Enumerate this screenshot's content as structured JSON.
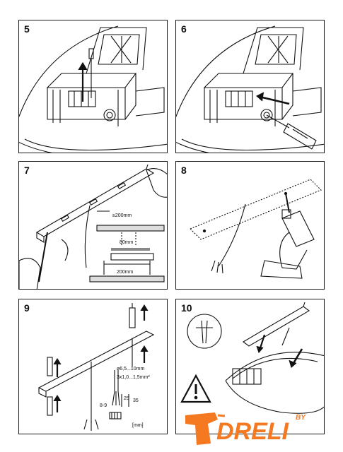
{
  "steps": [
    {
      "number": "5"
    },
    {
      "number": "6"
    },
    {
      "number": "7",
      "labels": {
        "clearance": "≥200mm",
        "spacing_small": "80mm",
        "spacing_large": "200mm"
      }
    },
    {
      "number": "8"
    },
    {
      "number": "9",
      "labels": {
        "hole_diameter": "ø6,5...10mm",
        "wire_size": "3x1,0...1,5mm²",
        "length_a": "25",
        "length_b": "35",
        "length_c": "8-9",
        "unit": "[mm]"
      }
    },
    {
      "number": "10"
    }
  ],
  "logo": {
    "text": "DRELI",
    "superscript": "BY",
    "accent_color": "#f47920"
  }
}
